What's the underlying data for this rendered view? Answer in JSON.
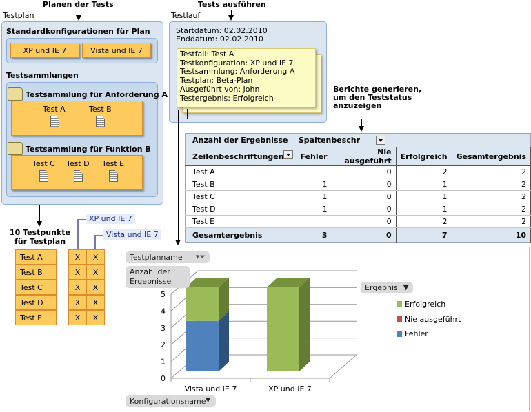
{
  "plan": {
    "heading": "Planen der Tests",
    "box_label": "Testplan",
    "configs_title": "Standardkonfigurationen für Plan",
    "configs": [
      "XP und IE 7",
      "Vista und IE 7"
    ],
    "suites_title": "Testsammlungen",
    "suites": [
      {
        "title": "Testsammlung für Anforderung A",
        "tests": [
          "Test A",
          "Test B"
        ]
      },
      {
        "title": "Testsammlung für Funktion B",
        "tests": [
          "Test C",
          "Test D",
          "Test E"
        ]
      }
    ]
  },
  "points": {
    "title_line1": "10 Testpunkte",
    "title_line2": "für Testplan",
    "tests": [
      "Test A",
      "Test B",
      "Test C",
      "Test D",
      "Test E"
    ],
    "mark": "X",
    "config_labels": [
      "XP und IE 7",
      "Vista und IE 7"
    ]
  },
  "run": {
    "heading": "Tests ausführen",
    "box_label": "Testlauf",
    "start": "Startdatum: 02.02.2010",
    "end": "Enddatum: 02.02.2010",
    "card_lines": [
      "Testfall: Test A",
      "Testkonfiguration: XP und IE 7",
      "Testsammlung: Anforderung A",
      "Testplan: Beta-Plan",
      "Ausgeführt von: John",
      "Testergebnis: Erfolgreich"
    ]
  },
  "reports": {
    "heading_lines": [
      "Berichte generieren,",
      "um den Teststatus",
      "anzuzeigen"
    ]
  },
  "pivot": {
    "value_label": "Anzahl der Ergebnisse",
    "column_label": "Spaltenbeschr",
    "row_label": "Zeilenbeschriftungen",
    "columns": [
      "Fehler",
      "Nie ausgeführt",
      "Erfolgreich",
      "Gesamtergebnis"
    ],
    "rows": [
      {
        "name": "Test A",
        "values": [
          "",
          "0",
          "2",
          "2"
        ]
      },
      {
        "name": "Test B",
        "values": [
          "1",
          "0",
          "1",
          "2"
        ]
      },
      {
        "name": "Test C",
        "values": [
          "1",
          "0",
          "1",
          "2"
        ]
      },
      {
        "name": "Test D",
        "values": [
          "1",
          "0",
          "1",
          "2"
        ]
      },
      {
        "name": "Test E",
        "values": [
          "",
          "0",
          "2",
          "2"
        ]
      }
    ],
    "total": {
      "name": "Gesamtergebnis",
      "values": [
        "3",
        "0",
        "7",
        "10"
      ]
    }
  },
  "chart_data": {
    "type": "bar",
    "stacked": true,
    "three_d": true,
    "filter_label": "Testplanname",
    "ylabel": "Anzahl der Ergebnisse",
    "xlabel": "Konfigurationsname",
    "legend_title": "Ergebnis",
    "legend_position": "right",
    "categories": [
      "Vista und IE 7",
      "XP und IE 7"
    ],
    "ylim": [
      0,
      5
    ],
    "yticks": [
      "0",
      "1",
      "2",
      "3",
      "4",
      "5"
    ],
    "series": [
      {
        "name": "Fehler",
        "values": [
          3,
          0
        ],
        "color": "#4f81bd",
        "side": "#2f527d",
        "top": "#3d6aa0"
      },
      {
        "name": "Nie ausgeführt",
        "values": [
          0,
          0
        ],
        "color": "#c0504d",
        "side": "#8a3432",
        "top": "#a04240"
      },
      {
        "name": "Erfolgreich",
        "values": [
          2,
          5
        ],
        "color": "#9bbb59",
        "side": "#647c35",
        "top": "#76923c"
      }
    ],
    "legend_order": [
      2,
      1,
      0
    ]
  }
}
